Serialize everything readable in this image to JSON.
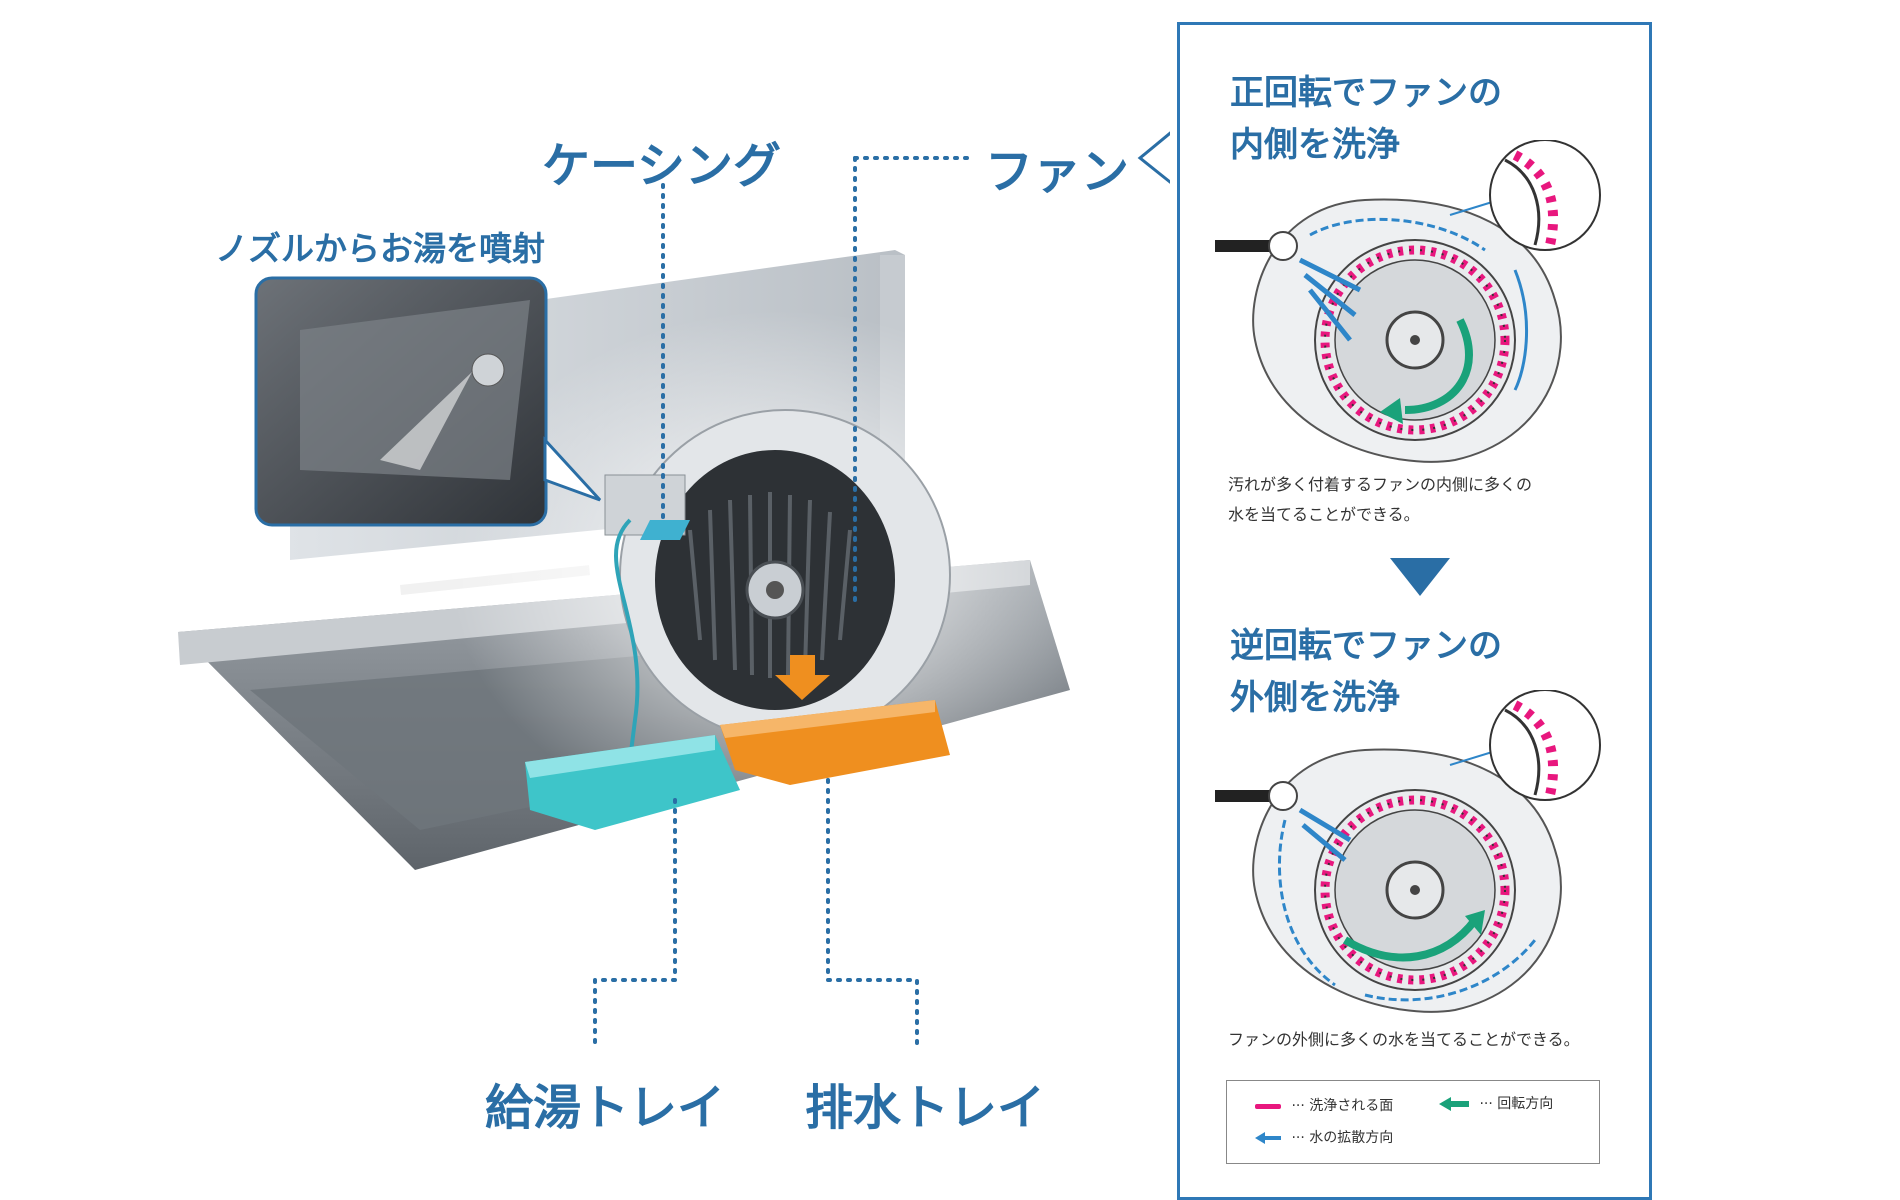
{
  "labels": {
    "casing": "ケーシング",
    "fan": "ファン",
    "nozzle": "ノズルからお湯を噴射",
    "supply_tray": "給湯トレイ",
    "drain_tray": "排水トレイ"
  },
  "panel": {
    "forward": {
      "title_line1": "正回転でファンの",
      "title_line2": "内側を洗浄",
      "desc_line1": "汚れが多く付着するファンの内側に多くの",
      "desc_line2": "水を当てることができる。"
    },
    "reverse": {
      "title_line1": "逆回転でファンの",
      "title_line2": "外側を洗浄",
      "desc": "ファンの外側に多くの水を当てることができる。"
    },
    "legend": {
      "washed_surface": "洗浄される面",
      "rotation_direction": "回転方向",
      "water_spread_direction": "水の拡散方向"
    }
  },
  "colors": {
    "label_blue": "#2a6ea5",
    "panel_border": "#2f78b6",
    "washed_pink": "#e8177e",
    "rotation_green": "#1aa27a",
    "water_blue": "#2e86c9",
    "supply_tray": "#3ec5c9",
    "drain_tray": "#ef8f1f"
  },
  "icons": [
    "triangle-down-icon",
    "pink-line-icon",
    "green-arrow-icon",
    "blue-arrow-icon"
  ]
}
